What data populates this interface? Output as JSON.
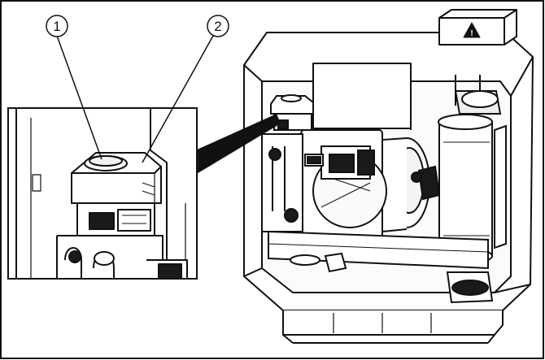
{
  "callouts": [
    {
      "number": "1",
      "target": "cap"
    },
    {
      "number": "2",
      "target": "reservoir"
    }
  ],
  "warning_symbol": "!",
  "icons": [
    "warning-triangle-icon"
  ],
  "colors": {
    "line": "#111111",
    "background": "#ffffff",
    "fill_light": "#f2f2f2",
    "fill_mid": "#d9d9d9",
    "fill_dark": "#1a1a1a"
  }
}
